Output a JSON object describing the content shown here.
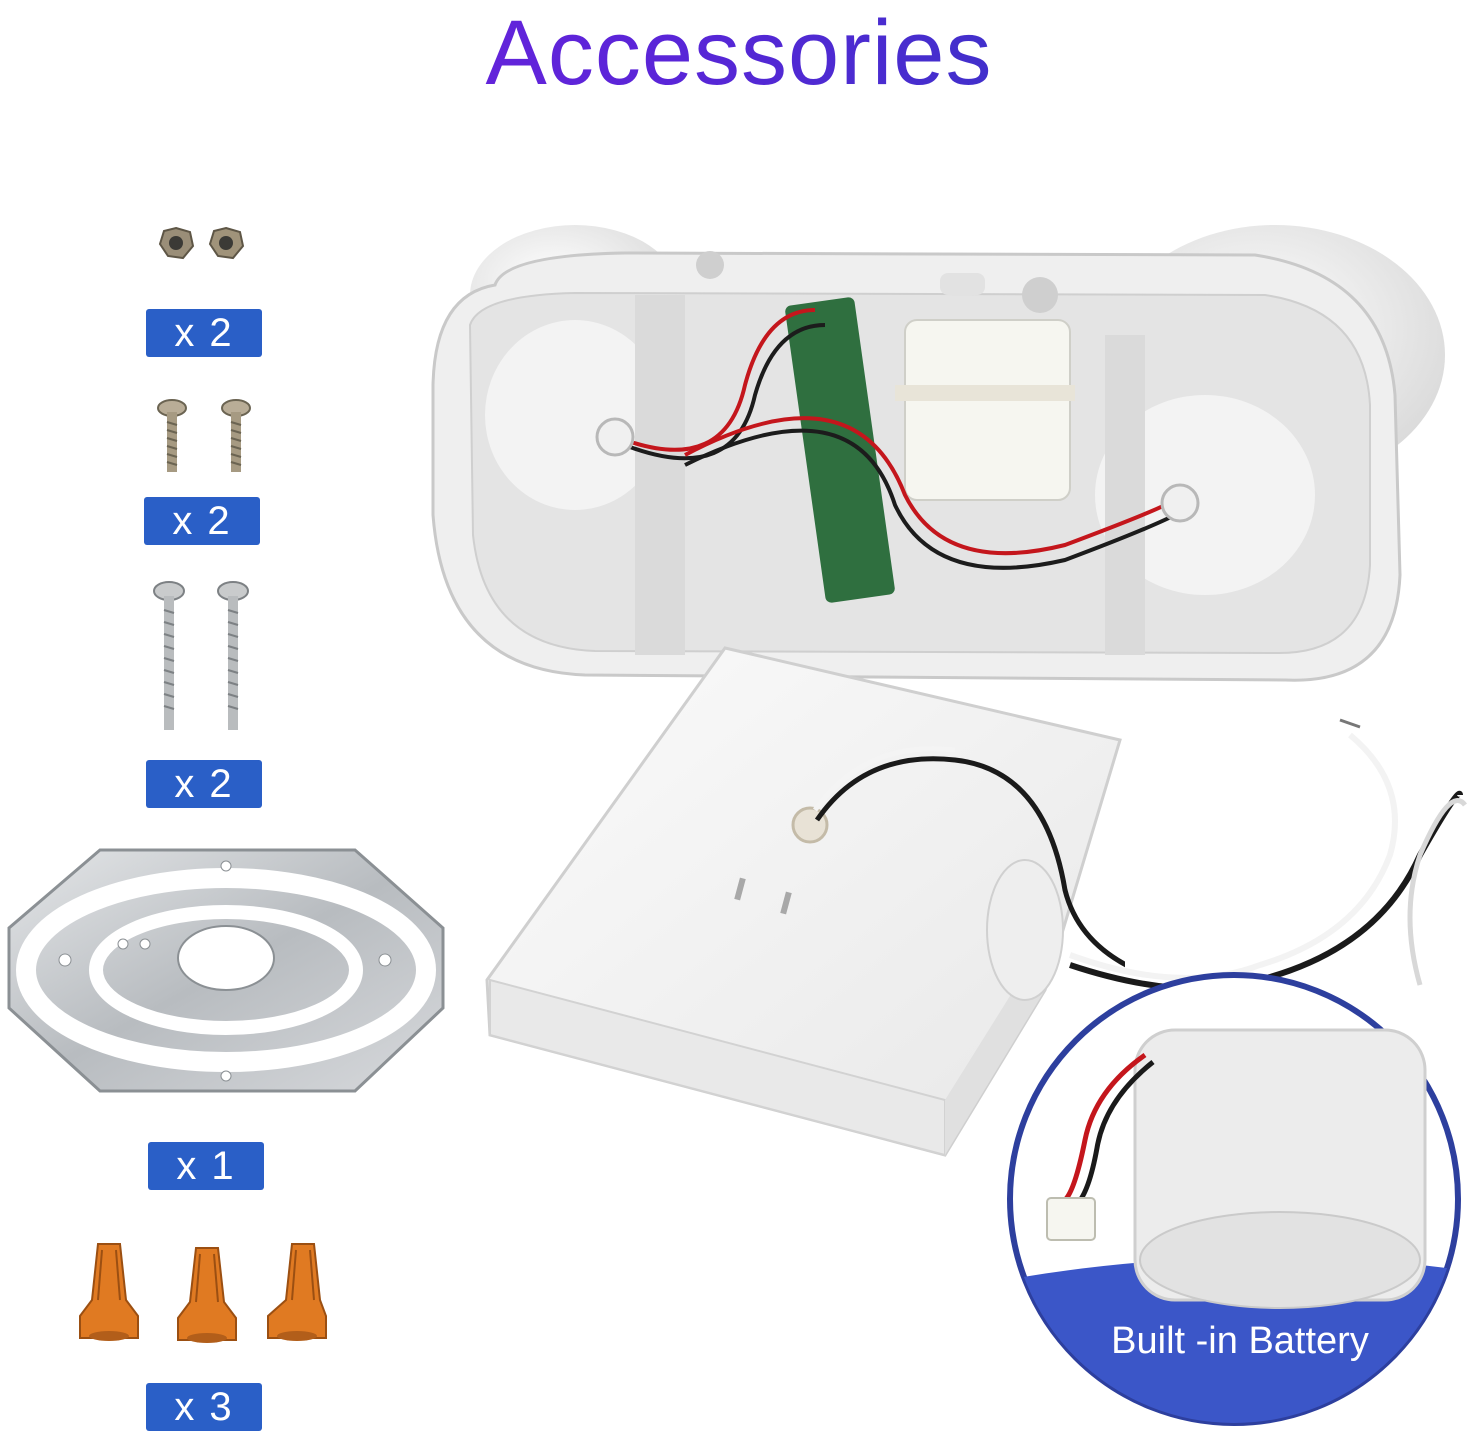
{
  "header": {
    "title": "Accessories"
  },
  "accessories": [
    {
      "name": "nuts",
      "quantity_label": "x 2"
    },
    {
      "name": "short-screws",
      "quantity_label": "x 2"
    },
    {
      "name": "long-screws",
      "quantity_label": "x 2"
    },
    {
      "name": "mounting-plate",
      "quantity_label": "x 1"
    },
    {
      "name": "wire-connectors",
      "quantity_label": "x 3"
    }
  ],
  "battery_callout": {
    "label": "Built -in Battery"
  },
  "colors": {
    "title_start": "#7a1fe0",
    "title_end": "#1d3fb8",
    "badge": "#2a5fc7",
    "wire_nut": "#e07a22",
    "housing": "#f1f1f1"
  }
}
